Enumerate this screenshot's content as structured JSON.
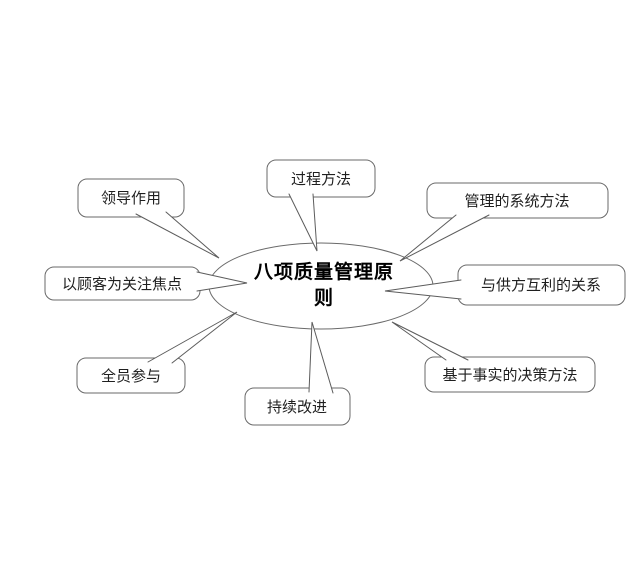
{
  "title": "八项质量管理原则",
  "center": {
    "label": "八项质量管理原则",
    "line1": "八项质量管理原",
    "line2": "则"
  },
  "nodes": [
    {
      "label": "领导作用",
      "position": "top-left"
    },
    {
      "label": "过程方法",
      "position": "top-center"
    },
    {
      "label": "管理的系统方法",
      "position": "top-right"
    },
    {
      "label": "以顾客为关注焦点",
      "position": "middle-left"
    },
    {
      "label": "与供方互利的关系",
      "position": "middle-right"
    },
    {
      "label": "全员参与",
      "position": "bottom-left"
    },
    {
      "label": "持续改进",
      "position": "bottom-center"
    },
    {
      "label": "基于事实的决策方法",
      "position": "bottom-right"
    }
  ],
  "colors": {
    "line": "#6a6a6a",
    "tail_line": "#5c5c5c",
    "text": "#1f1f1f",
    "center_text": "#000000",
    "background": "#ffffff"
  }
}
